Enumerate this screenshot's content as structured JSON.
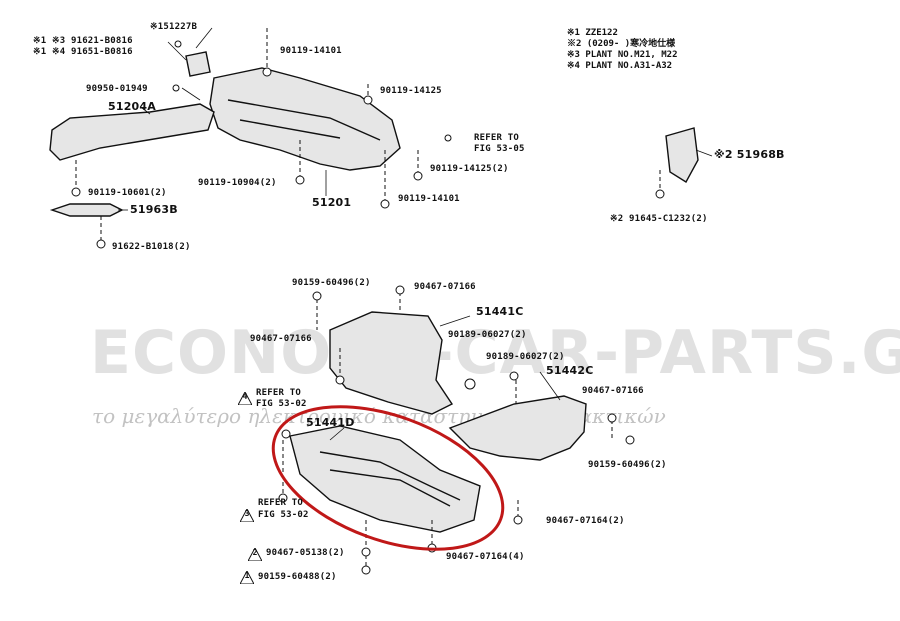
{
  "legend": [
    "※1 ZZE122",
    "※2 (0209-   )寒冷地仕様",
    "※3 PLANT NO.M21, M22",
    "※4 PLANT NO.A31-A32"
  ],
  "parts": {
    "p51227b": "※151227B",
    "p91621": "※1 ※3 91621-B0816",
    "p91651": "※1 ※4 91651-B0816",
    "p90119_14101_top": "90119-14101",
    "p90950": "90950-01949",
    "p90119_14125": "90119-14125",
    "p51204a": "51204A",
    "refer_53_05_a": "REFER TO",
    "refer_53_05_b": "FIG 53-05",
    "p90119_14125_2": "90119-14125(2)",
    "p90119_10601": "90119-10601(2)",
    "p90119_10904": "90119-10904(2)",
    "p51201": "51201",
    "p90119_14101_bot": "90119-14101",
    "p51963b": "51963B",
    "p91622": "91622-B1018(2)",
    "p51968b": "※2 51968B",
    "p91645": "※2 91645-C1232(2)",
    "p90159_60496_top": "90159-60496(2)",
    "p90467_07166_top": "90467-07166",
    "p51441c": "51441C",
    "p90467_07166_left": "90467-07166",
    "p90189_06027_a": "90189-06027(2)",
    "p90189_06027_b": "90189-06027(2)",
    "p51442c": "51442C",
    "p90467_07166_right": "90467-07166",
    "refer_53_02_a1": "REFER TO",
    "refer_53_02_a2": "FIG 53-02",
    "p51441d": "51441D",
    "p90159_60496_right": "90159-60496(2)",
    "refer_53_02_b1": "REFER TO",
    "refer_53_02_b2": "FIG 53-02",
    "p90467_07164_a": "90467-07164(2)",
    "p90467_05138": "90467-05138(2)",
    "p90467_07164_b": "90467-07164(4)",
    "p90159_60488": "90159-60488(2)"
  },
  "markers": {
    "m4a": "4",
    "m3": "3",
    "m2": "2",
    "m1": "1"
  },
  "watermark": {
    "logo": "ECONOMY-CAR-PARTS.GR",
    "tagline": "το μεγαλύτερο ηλεκτρονικό κατάστημα ανταλλακτικών"
  },
  "colors": {
    "highlight": "#c01818",
    "line": "#111111"
  }
}
